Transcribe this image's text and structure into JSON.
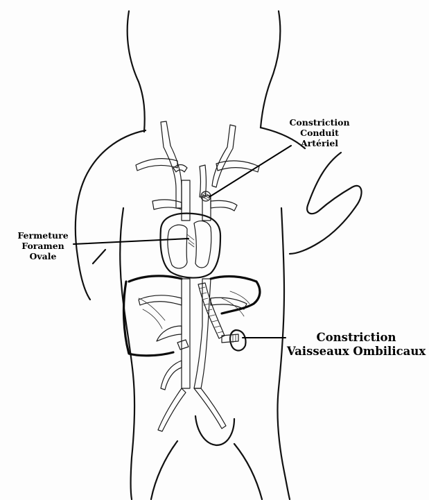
{
  "labels": {
    "constriction_conduit": [
      "Constriction",
      "Conduit",
      "Artériel"
    ],
    "fermeture_foramen": [
      "Fermeture",
      "Foramen",
      "Ovale"
    ],
    "constriction_vaisseaux": [
      "Constriction",
      "Vaisseaux Ombilicaux"
    ]
  }
}
